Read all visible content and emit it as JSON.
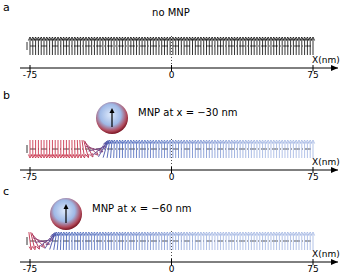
{
  "diagram": {
    "labels": [
      "a",
      "no MNP",
      "-75",
      "0",
      "75",
      "X(nm)",
      "b",
      "MNP at x = −30 nm",
      "-75",
      "0",
      "75",
      "X(nm)",
      "c",
      "MNP at x = −60 nm",
      "-75",
      "0",
      "75",
      "X(nm)"
    ]
  }
}
